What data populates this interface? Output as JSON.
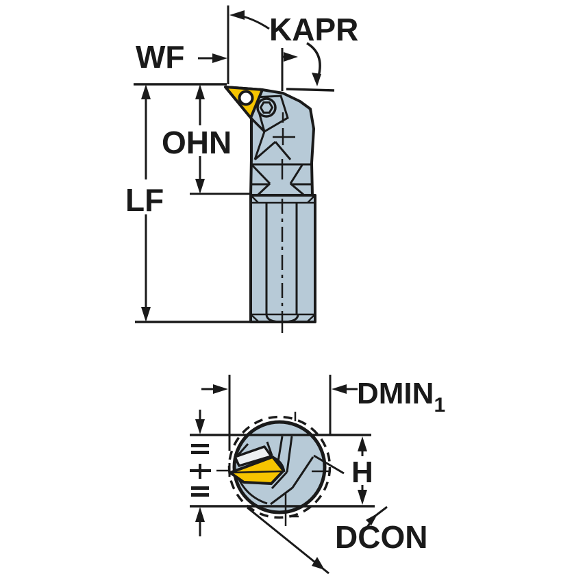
{
  "diagram": {
    "type": "technical-dimension-drawing",
    "labels": {
      "kapr": "KAPR",
      "wf": "WF",
      "ohn": "OHN",
      "lf": "LF",
      "dmin": "DMIN",
      "dmin_sub": "1",
      "h": "H",
      "dcon": "DCON"
    },
    "colors": {
      "line": "#1a1a1a",
      "body": "#b7cad7",
      "insert": "#f6c400",
      "band": "#edf0f2",
      "bg": "#ffffff"
    }
  }
}
